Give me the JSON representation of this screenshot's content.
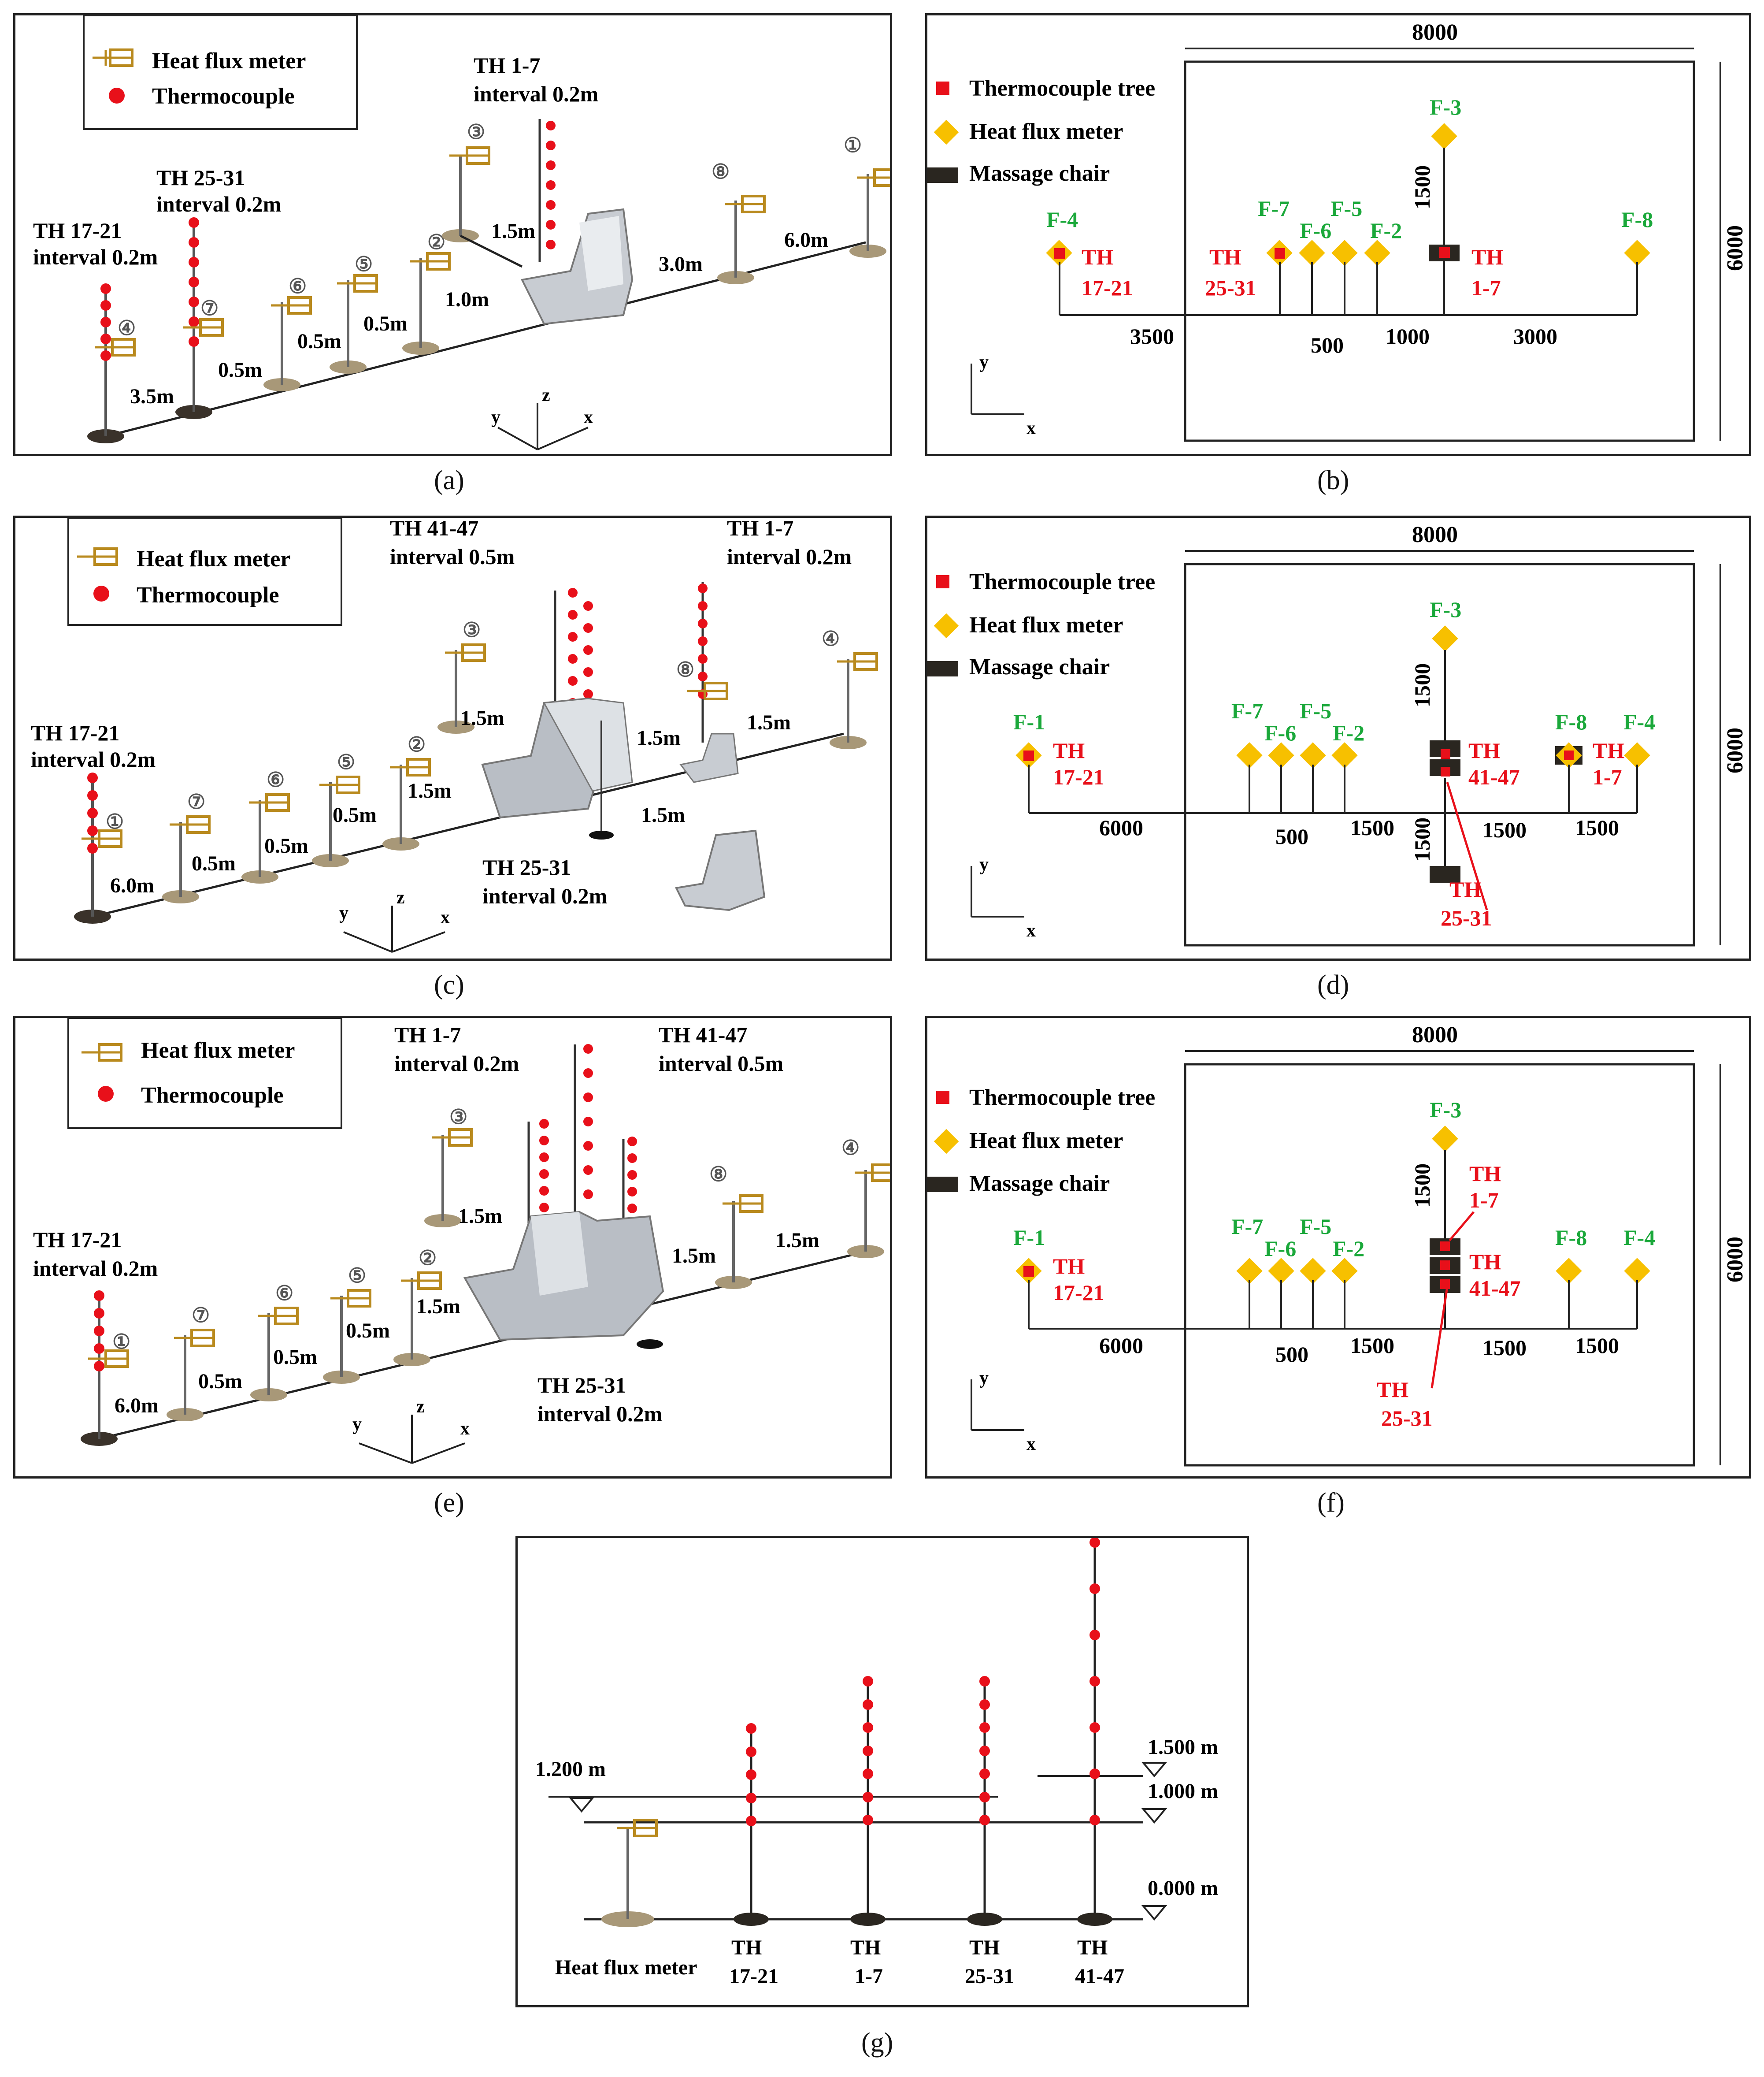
{
  "legend": {
    "heat_flux_meter": "Heat flux meter",
    "thermocouple": "Thermocouple",
    "thermocouple_tree": "Thermocouple tree",
    "massage_chair": "Massage chair"
  },
  "captions": {
    "a": "(a)",
    "b": "(b)",
    "c": "(c)",
    "d": "(d)",
    "e": "(e)",
    "f": "(f)",
    "g": "(g)"
  },
  "markers": {
    "n1": "①",
    "n2": "②",
    "n3": "③",
    "n4": "④",
    "n5": "⑤",
    "n6": "⑥",
    "n7": "⑦",
    "n8": "⑧"
  },
  "axes": {
    "x": "x",
    "y": "y",
    "z": "z"
  },
  "tree_labels": {
    "th1_7": "TH 1-7",
    "th17_21": "TH 17-21",
    "th25_31": "TH 25-31",
    "th41_47": "TH 41-47",
    "interval_02": "interval 0.2m",
    "interval_05": "interval 0.5m",
    "th_word": "TH",
    "n1_7": "1-7",
    "n17_21": "17-21",
    "n25_31": "25-31",
    "n41_47": "41-47"
  },
  "distances": {
    "d05": "0.5m",
    "d10": "1.0m",
    "d15": "1.5m",
    "d30": "3.0m",
    "d35": "3.5m",
    "d60": "6.0m"
  },
  "plan_meters": {
    "f1": "F-1",
    "f2": "F-2",
    "f3": "F-3",
    "f4": "F-4",
    "f5": "F-5",
    "f6": "F-6",
    "f7": "F-7",
    "f8": "F-8"
  },
  "plan_dims": {
    "w8000": "8000",
    "h6000": "6000",
    "v1500": "1500",
    "d3500": "3500",
    "d500": "500",
    "d1000": "1000",
    "d3000": "3000",
    "d6000": "6000",
    "d1500": "1500"
  },
  "elevation": {
    "e1200": "1.200 m",
    "e1500": "1.500 m",
    "e1000": "1.000 m",
    "e0000": "0.000 m",
    "hfm": "Heat flux meter"
  },
  "colors": {
    "thermocouple_red": "#e8101a",
    "meter_yellow": "#f7c000",
    "meter_label_green": "#1aa83a",
    "chair_black": "#2a2620",
    "frame": "#222222",
    "brass": "#b98a1e"
  }
}
